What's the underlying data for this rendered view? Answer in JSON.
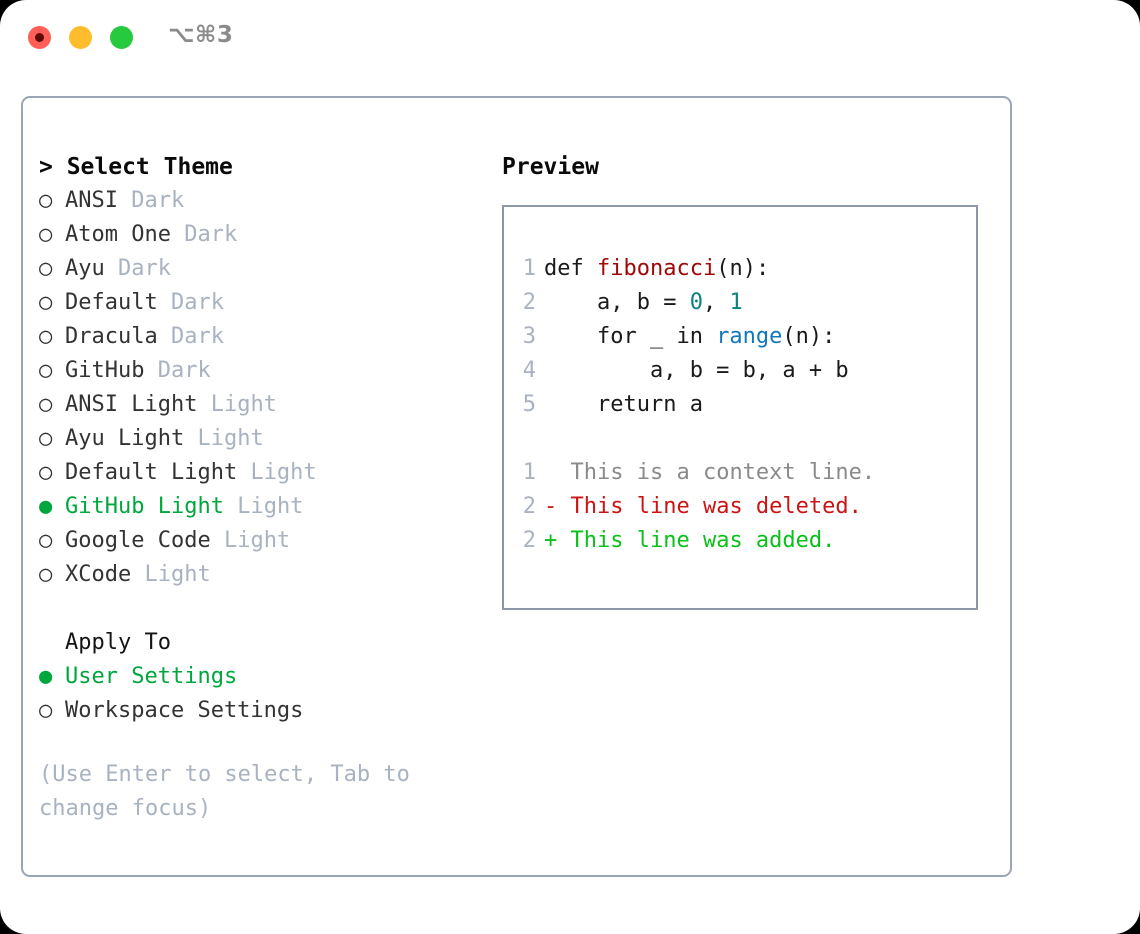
{
  "window": {
    "title": "⌥⌘3",
    "traffic_lights": [
      {
        "name": "close",
        "color": "#ff5f56"
      },
      {
        "name": "minimize",
        "color": "#ffbd2e"
      },
      {
        "name": "zoom",
        "color": "#27c93f"
      }
    ]
  },
  "theme_picker": {
    "heading": "> Select Theme",
    "selected_marker": "●",
    "unselected_marker": "○",
    "selected_color": "#00a73c",
    "items": [
      {
        "marker": "○",
        "name": "ANSI",
        "kind": "Dark",
        "selected": false
      },
      {
        "marker": "○",
        "name": "Atom One",
        "kind": "Dark",
        "selected": false
      },
      {
        "marker": "○",
        "name": "Ayu",
        "kind": "Dark",
        "selected": false
      },
      {
        "marker": "○",
        "name": "Default",
        "kind": "Dark",
        "selected": false
      },
      {
        "marker": "○",
        "name": "Dracula",
        "kind": "Dark",
        "selected": false
      },
      {
        "marker": "○",
        "name": "GitHub",
        "kind": "Dark",
        "selected": false
      },
      {
        "marker": "○",
        "name": "ANSI Light",
        "kind": "Light",
        "selected": false
      },
      {
        "marker": "○",
        "name": "Ayu Light",
        "kind": "Light",
        "selected": false
      },
      {
        "marker": "○",
        "name": "Default Light",
        "kind": "Light",
        "selected": false
      },
      {
        "marker": "●",
        "name": "GitHub Light",
        "kind": "Light",
        "selected": true
      },
      {
        "marker": "○",
        "name": "Google Code",
        "kind": "Light",
        "selected": false
      },
      {
        "marker": "○",
        "name": "XCode",
        "kind": "Light",
        "selected": false
      }
    ]
  },
  "apply_to": {
    "heading": "Apply To",
    "items": [
      {
        "marker": "●",
        "name": "User Settings",
        "selected": true
      },
      {
        "marker": "○",
        "name": "Workspace Settings",
        "selected": false
      }
    ]
  },
  "hint": "(Use Enter to select, Tab to change focus)",
  "preview": {
    "heading": "Preview",
    "code_lines": [
      {
        "no": "1",
        "segments": [
          {
            "text": "def ",
            "tok": "plain"
          },
          {
            "text": "fibonacci",
            "tok": "fn"
          },
          {
            "text": "(n):",
            "tok": "plain"
          }
        ]
      },
      {
        "no": "2",
        "segments": [
          {
            "text": "    a, b = ",
            "tok": "plain"
          },
          {
            "text": "0",
            "tok": "num"
          },
          {
            "text": ", ",
            "tok": "plain"
          },
          {
            "text": "1",
            "tok": "num"
          }
        ]
      },
      {
        "no": "3",
        "segments": [
          {
            "text": "    for _ in ",
            "tok": "plain"
          },
          {
            "text": "range",
            "tok": "kwfn"
          },
          {
            "text": "(n):",
            "tok": "plain"
          }
        ]
      },
      {
        "no": "4",
        "segments": [
          {
            "text": "        a, b = b, a + b",
            "tok": "plain"
          }
        ]
      },
      {
        "no": "5",
        "segments": [
          {
            "text": "    return a",
            "tok": "plain"
          }
        ]
      }
    ],
    "diff_lines": [
      {
        "no": "1",
        "prefix": "  ",
        "text": "This is a context line.",
        "kind": "ctx"
      },
      {
        "no": "2",
        "prefix": "- ",
        "text": "This line was deleted.",
        "kind": "del"
      },
      {
        "no": "2",
        "prefix": "+ ",
        "text": "This line was added.",
        "kind": "add"
      }
    ],
    "colors": {
      "function": "#a00808",
      "number": "#0a8080",
      "builtin": "#1177bb",
      "context": "#8a8a8a",
      "deleted": "#cc1414",
      "added": "#0ac01a",
      "lineno": "#a9b2c0"
    }
  }
}
